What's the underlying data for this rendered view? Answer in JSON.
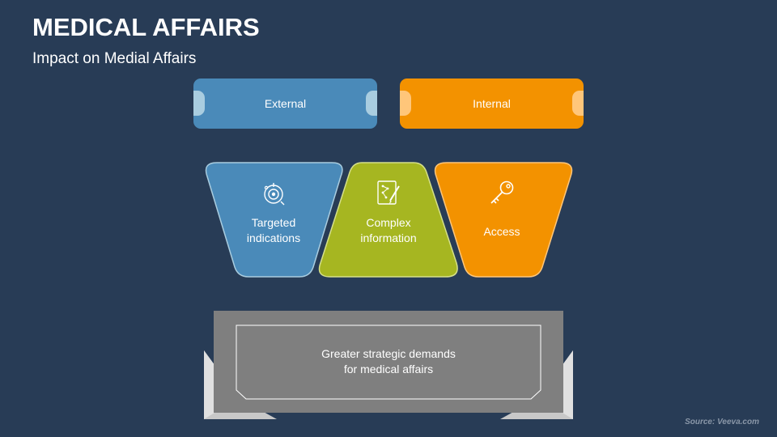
{
  "title": "MEDICAL AFFAIRS",
  "subtitle": "Impact on Medial Affairs",
  "tags": [
    {
      "label": "External",
      "color": "#4a8ab9",
      "notch_color": "#a9cde0"
    },
    {
      "label": "Internal",
      "color": "#f39200",
      "notch_color": "#ffc67a"
    }
  ],
  "shapes": [
    {
      "label_line1": "Targeted",
      "label_line2": "indications",
      "icon": "target-icon",
      "color": "#4a8ab9"
    },
    {
      "label_line1": "Complex",
      "label_line2": "information",
      "icon": "document-pen-icon",
      "color": "#a6b621"
    },
    {
      "label_line1": "Access",
      "label_line2": "",
      "icon": "key-icon",
      "color": "#f39200"
    }
  ],
  "banner": {
    "line1": "Greater strategic demands",
    "line2": "for medical affairs"
  },
  "source": "Source: Veeva.com"
}
